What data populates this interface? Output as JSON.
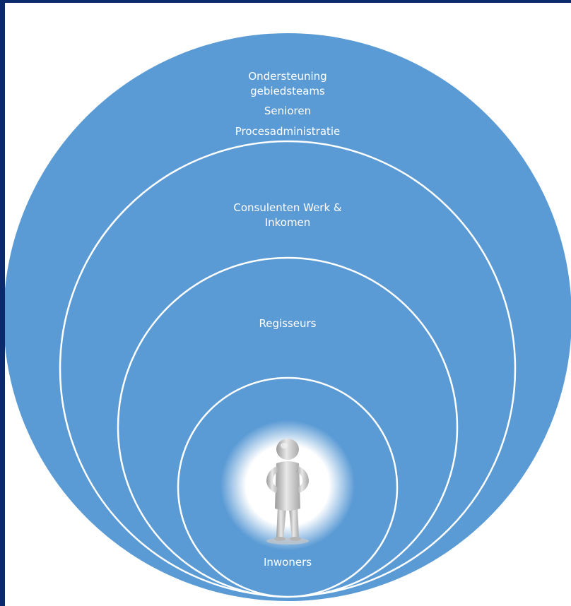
{
  "rings": [
    {
      "id": "outer",
      "lines": [
        "Ondersteuning",
        "gebiedsteams",
        "Senioren",
        "Procesadministratie"
      ]
    },
    {
      "id": "second",
      "lines": [
        "Consulenten Werk &",
        "Inkomen"
      ]
    },
    {
      "id": "third",
      "lines": [
        "Regisseurs"
      ]
    },
    {
      "id": "inner",
      "lines": [
        "Inwoners"
      ]
    }
  ],
  "colors": {
    "circle_fill": "#5b9bd5",
    "circle_stroke": "#ffffff",
    "frame": "#0b2a6b"
  },
  "center_figure": "person-figure-icon"
}
